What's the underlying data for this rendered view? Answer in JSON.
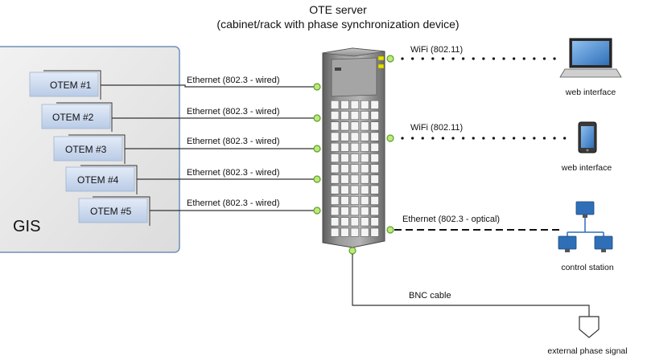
{
  "title": {
    "line1": "OTE server",
    "line2": "(cabinet/rack with phase synchronization device)"
  },
  "gis": {
    "label": "GIS",
    "otems": [
      "OTEM #1",
      "OTEM #2",
      "OTEM #3",
      "OTEM #4",
      "OTEM #5"
    ]
  },
  "links": {
    "ethernet_wired": [
      "Ethernet (802.3 - wired)",
      "Ethernet (802.3 - wired)",
      "Ethernet (802.3 - wired)",
      "Ethernet (802.3 - wired)",
      "Ethernet (802.3 - wired)"
    ],
    "wifi_laptop": "WiFi (802.11)",
    "wifi_tablet": "WiFi (802.11)",
    "ethernet_optical": "Ethernet (802.3 - optical)",
    "bnc": "BNC cable"
  },
  "devices": {
    "laptop_caption": "web interface",
    "tablet_caption": "web interface",
    "control_caption": "control station",
    "phase_caption": "external phase signal"
  },
  "colors": {
    "gis_fill": "#e6e6e6",
    "gis_border": "#6f8fb8",
    "otem_fill": "#c9d8ee",
    "port_fill": "#bfe87a",
    "port_stroke": "#5aa02a",
    "led": "#e6e000",
    "server": "#8a8a8a"
  },
  "icons": [
    "laptop-icon",
    "tablet-icon",
    "network-icon",
    "signal-connector-icon",
    "server-rack-icon"
  ]
}
